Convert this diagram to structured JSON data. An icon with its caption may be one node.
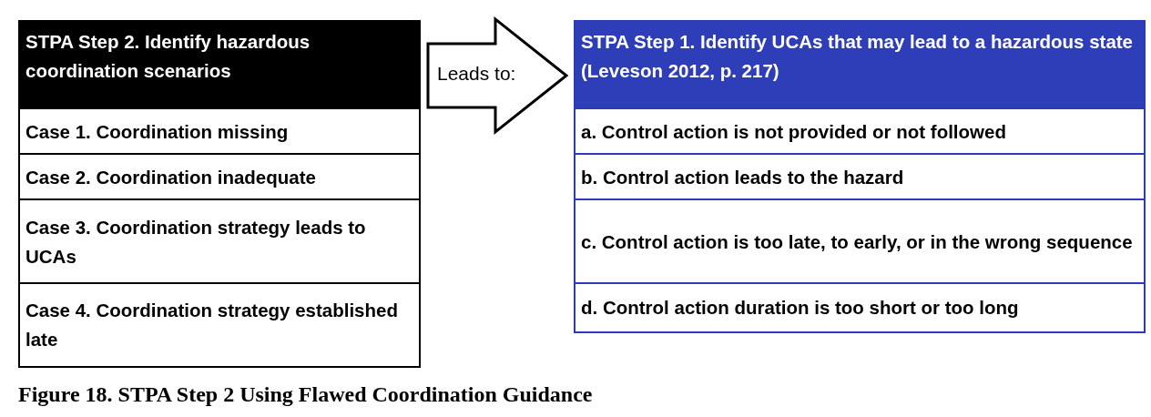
{
  "diagram": {
    "caption": "Figure 18. STPA Step 2 Using Flawed Coordination Guidance",
    "nodes": [
      {
        "text": [
          "STPA Step 2. Identify hazardous coordination scenarios"
        ]
      },
      {
        "text": [
          "Case 1. Coordination missing"
        ],
        "in": 0
      },
      {
        "text": [
          "Case 2. Coordination inadequate"
        ],
        "in": 0
      },
      {
        "text": [
          "Case 3. Coordination strategy leads to UCAs"
        ],
        "in": 0
      },
      {
        "text": [
          "Case 4. Coordination strategy established late"
        ],
        "in": 0
      },
      {
        "text": [
          "STPA Step 1. Identify UCAs that may lead to a hazardous state (Leveson 2012, p. 217)"
        ]
      },
      {
        "text": [
          "a. Control action is not provided or not followed"
        ],
        "in": 5
      },
      {
        "text": [
          "b. Control action leads to the hazard"
        ],
        "in": 5
      },
      {
        "text": [
          "c. Control action is too late, to early, or in the wrong sequence"
        ],
        "in": 5
      },
      {
        "text": [
          "d. Control action duration is too short or too long"
        ],
        "in": 5
      }
    ],
    "edges": [
      {
        "from": 0,
        "to": 5,
        "arrow": "to",
        "label": "Leads to:"
      }
    ]
  }
}
